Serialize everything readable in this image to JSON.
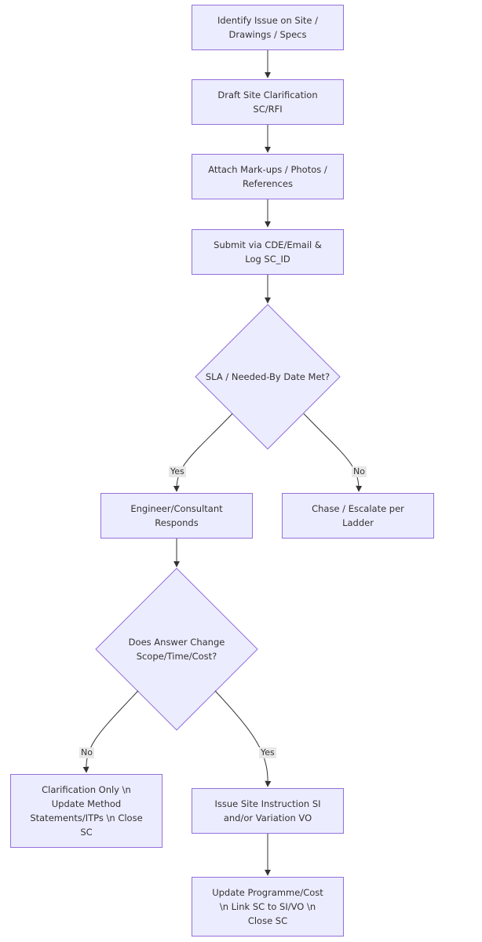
{
  "nodes": {
    "identify": "Identify Issue on Site /\nDrawings / Specs",
    "draft": "Draft Site Clarification\nSC/RFI",
    "attach": "Attach Mark-ups / Photos /\nReferences",
    "submit": "Submit via CDE/Email &\nLog SC_ID",
    "sla_decision": "SLA / Needed-By Date Met?",
    "responds": "Engineer/Consultant\nResponds",
    "chase": "Chase / Escalate per\nLadder",
    "change_decision": "Does Answer Change\nScope/Time/Cost?",
    "clarification_only": "Clarification Only \\n\nUpdate Method\nStatements/ITPs \\n Close\nSC",
    "issue_si": "Issue Site Instruction SI\nand/or Variation VO",
    "update_programme": "Update Programme/Cost\n\\n Link SC to SI/VO \\n\nClose SC"
  },
  "edge_labels": {
    "sla_yes": "Yes",
    "sla_no": "No",
    "change_no": "No",
    "change_yes": "Yes"
  },
  "colors": {
    "node_fill": "#ececff",
    "node_stroke": "#9370db",
    "edge": "#333333",
    "label_bg": "#e8e8e8"
  }
}
